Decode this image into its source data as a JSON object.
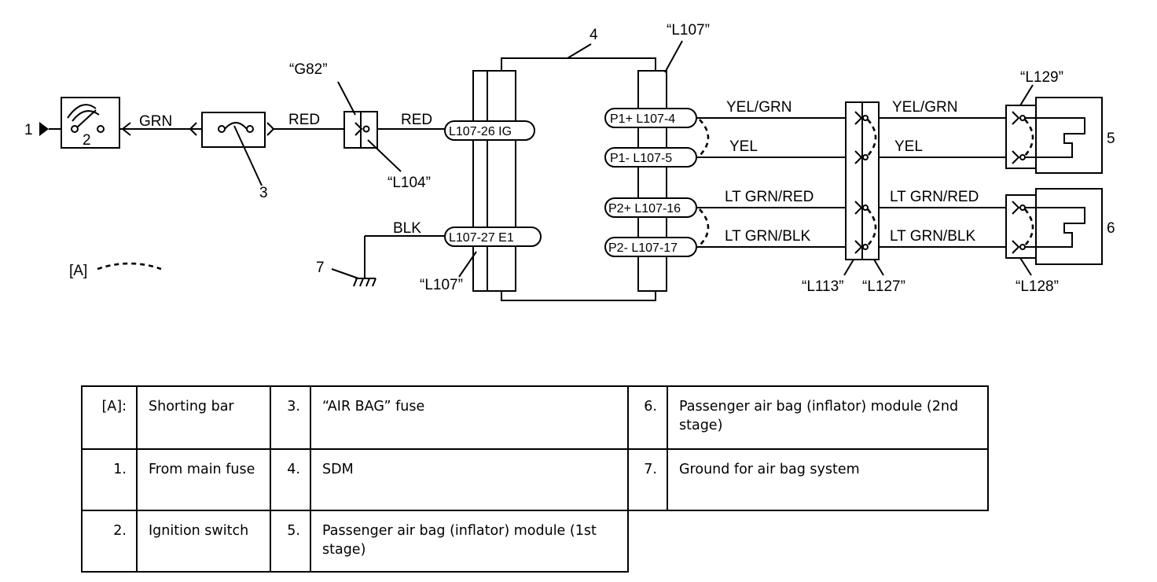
{
  "diagram": {
    "callouts": {
      "c1": "1",
      "c2": "2",
      "c3": "3",
      "c4": "4",
      "c5": "5",
      "c6": "6",
      "c7": "7",
      "shorting_bar": "[A]"
    },
    "connectors": {
      "g82": "“G82”",
      "l104": "“L104”",
      "l107_top": "“L107”",
      "l107_bottom": "“L107”",
      "l113": "“L113”",
      "l127": "“L127”",
      "l128": "“L128”",
      "l129": "“L129”"
    },
    "wires": {
      "grn": "GRN",
      "red_1": "RED",
      "red_2": "RED",
      "blk": "BLK",
      "yel_grn_1": "YEL/GRN",
      "yel_grn_2": "YEL/GRN",
      "yel_1": "YEL",
      "yel_2": "YEL",
      "lt_grn_red_1": "LT GRN/RED",
      "lt_grn_red_2": "LT GRN/RED",
      "lt_grn_blk_1": "LT GRN/BLK",
      "lt_grn_blk_2": "LT GRN/BLK"
    },
    "terminals": {
      "ig": "L107-26  IG",
      "e1": "L107-27  E1",
      "p1_plus": "P1+  L107-4",
      "p1_minus": "P1-  L107-5",
      "p2_plus": "P2+ L107-16",
      "p2_minus": "P2-  L107-17"
    }
  },
  "legend": {
    "rows": [
      [
        {
          "key": "[A]:",
          "value": "Shorting bar"
        },
        {
          "key": "3.",
          "value": "“AIR BAG” fuse"
        },
        {
          "key": "6.",
          "value": "Passenger air bag (inflator) module (2nd stage)"
        }
      ],
      [
        {
          "key": "1.",
          "value": "From main fuse"
        },
        {
          "key": "4.",
          "value": "SDM"
        },
        {
          "key": "7.",
          "value": "Ground for air bag system"
        }
      ],
      [
        {
          "key": "2.",
          "value": "Ignition switch"
        },
        {
          "key": "5.",
          "value": "Passenger air bag (inflator) module (1st stage)"
        }
      ]
    ]
  }
}
